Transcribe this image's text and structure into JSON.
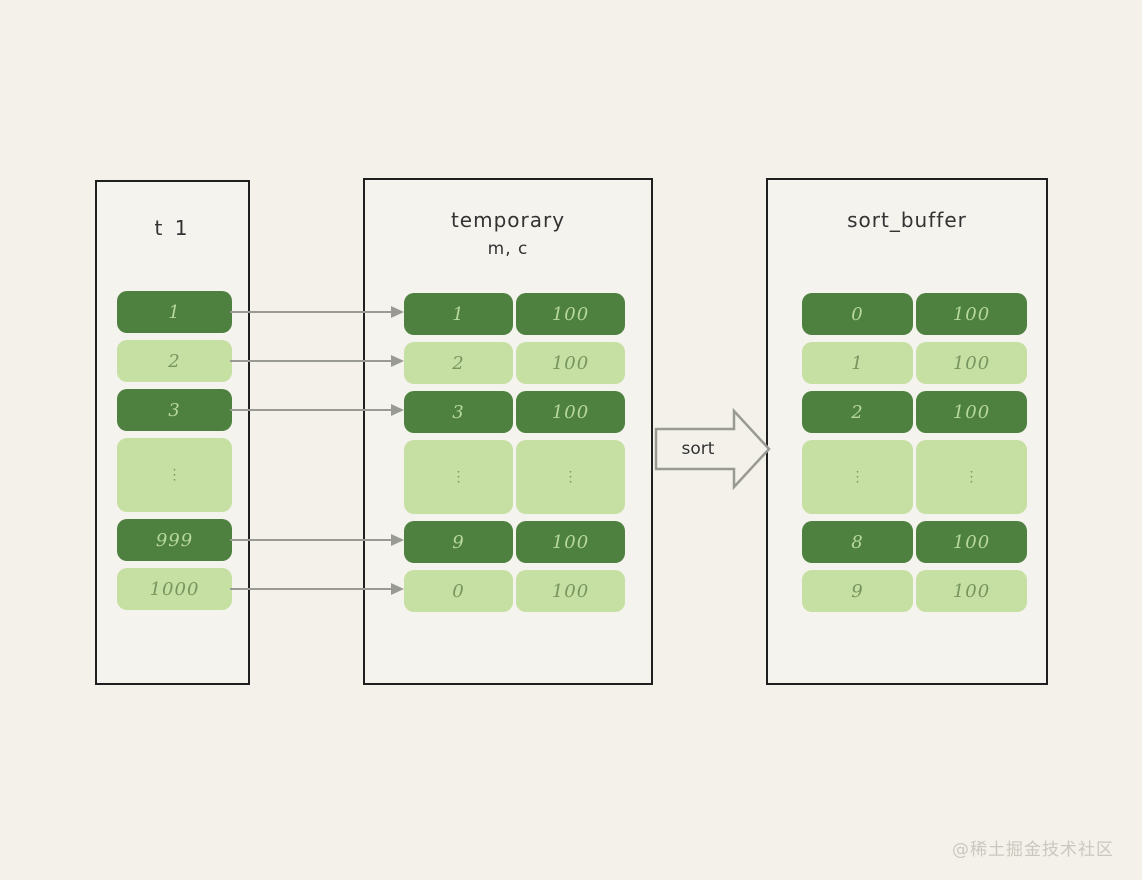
{
  "page": {
    "watermark": "@稀土掘金技术社区"
  },
  "colors": {
    "page_background": "#f3f1ea",
    "box_border": "#1f1f1f",
    "dark_green": "#4e8040",
    "light_green": "#c5e0a2",
    "text_on_dark": "#b6d89b",
    "text_on_light": "#78955f",
    "arrow_gray": "#9a9a94",
    "title_text": "#333333",
    "watermark_gray": "#cac7be"
  },
  "diagram": {
    "sort_arrow": {
      "label": "sort"
    },
    "boxes": [
      {
        "title": "t 1",
        "rows": [
          {
            "shade": "dark",
            "cells": [
              "1"
            ]
          },
          {
            "shade": "light",
            "cells": [
              "2"
            ]
          },
          {
            "shade": "dark",
            "cells": [
              "3"
            ]
          },
          {
            "shade": "light",
            "cells": [
              "⋮"
            ]
          },
          {
            "shade": "dark",
            "cells": [
              "999"
            ]
          },
          {
            "shade": "light",
            "cells": [
              "1000"
            ]
          }
        ]
      },
      {
        "title": "temporary",
        "subtitle": "m, c",
        "rows": [
          {
            "shade": "dark",
            "cells": [
              "1",
              "100"
            ]
          },
          {
            "shade": "light",
            "cells": [
              "2",
              "100"
            ]
          },
          {
            "shade": "dark",
            "cells": [
              "3",
              "100"
            ]
          },
          {
            "shade": "light",
            "cells": [
              "⋮",
              "⋮"
            ]
          },
          {
            "shade": "dark",
            "cells": [
              "9",
              "100"
            ]
          },
          {
            "shade": "light",
            "cells": [
              "0",
              "100"
            ]
          }
        ]
      },
      {
        "title": "sort_buffer",
        "rows": [
          {
            "shade": "dark",
            "cells": [
              "0",
              "100"
            ]
          },
          {
            "shade": "light",
            "cells": [
              "1",
              "100"
            ]
          },
          {
            "shade": "dark",
            "cells": [
              "2",
              "100"
            ]
          },
          {
            "shade": "light",
            "cells": [
              "⋮",
              "⋮"
            ]
          },
          {
            "shade": "dark",
            "cells": [
              "8",
              "100"
            ]
          },
          {
            "shade": "light",
            "cells": [
              "9",
              "100"
            ]
          }
        ]
      }
    ]
  }
}
